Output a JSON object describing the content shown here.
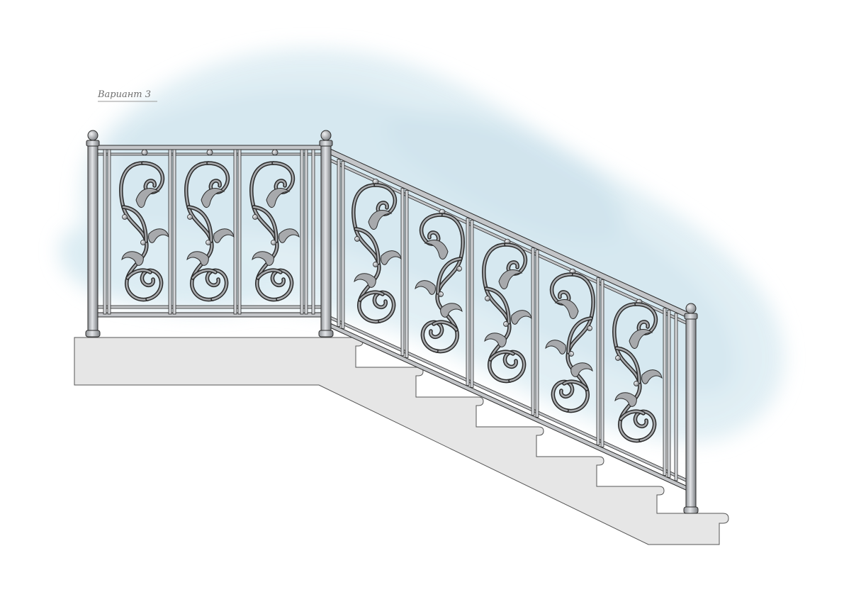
{
  "caption": "Вариант 3",
  "colors": {
    "metal_stroke": "#2b2b2b",
    "metal_fill": "#a7a9ac",
    "metal_light": "#d4d6d9",
    "stone_fill": "#e6e6e6",
    "stone_stroke": "#555555",
    "sky_wash": "#cfe6f0"
  },
  "elements": {
    "upper_panels": 3,
    "lower_panels": 5,
    "steps": 6
  }
}
